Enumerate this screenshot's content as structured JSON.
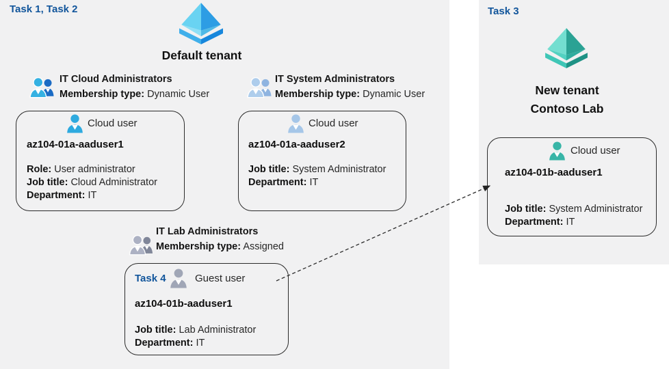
{
  "left_panel": {
    "task_label": "Task 1, Task 2",
    "tenant_name": "Default tenant",
    "groups": [
      {
        "name": "IT Cloud Administrators",
        "membership_label": "Membership type:",
        "membership_value": "Dynamic User"
      },
      {
        "name": "IT System Administrators",
        "membership_label": "Membership type:",
        "membership_value": "Dynamic User"
      },
      {
        "name": "IT Lab Administrators",
        "membership_label": "Membership type:",
        "membership_value": "Assigned"
      }
    ],
    "cards": [
      {
        "user_type": "Cloud user",
        "username": "az104-01a-aaduser1",
        "fields": [
          {
            "label": "Role:",
            "value": "User administrator"
          },
          {
            "label": "Job title:",
            "value": "Cloud Administrator"
          },
          {
            "label": "Department:",
            "value": "IT"
          }
        ]
      },
      {
        "user_type": "Cloud user",
        "username": "az104-01a-aaduser2",
        "fields": [
          {
            "label": "Job title:",
            "value": "System Administrator"
          },
          {
            "label": "Department:",
            "value": "IT"
          }
        ]
      },
      {
        "task_label": "Task 4",
        "user_type": "Guest user",
        "username": "az104-01b-aaduser1",
        "fields": [
          {
            "label": "Job title:",
            "value": "Lab Administrator"
          },
          {
            "label": "Department:",
            "value": "IT"
          }
        ]
      }
    ]
  },
  "right_panel": {
    "task_label": "Task 3",
    "tenant_name_line1": "New tenant",
    "tenant_name_line2": "Contoso Lab",
    "card": {
      "user_type": "Cloud user",
      "username": "az104-01b-aaduser1",
      "fields": [
        {
          "label": "Job title:",
          "value": "System Administrator"
        },
        {
          "label": "Department:",
          "value": "IT"
        }
      ]
    }
  },
  "colors": {
    "task_label_blue": "#11559b",
    "panel_background": "#f1f1f2",
    "azure_ad_blue": "#2d9de4",
    "azure_ad_teal": "#2ba294",
    "cloud_user_cyan": "#2eaadf",
    "pale_blue_user": "#a5c6e8",
    "guest_user_gray": "#a0a6b6",
    "teal_user": "#38b5a7",
    "card_border": "#2a2a2a"
  }
}
